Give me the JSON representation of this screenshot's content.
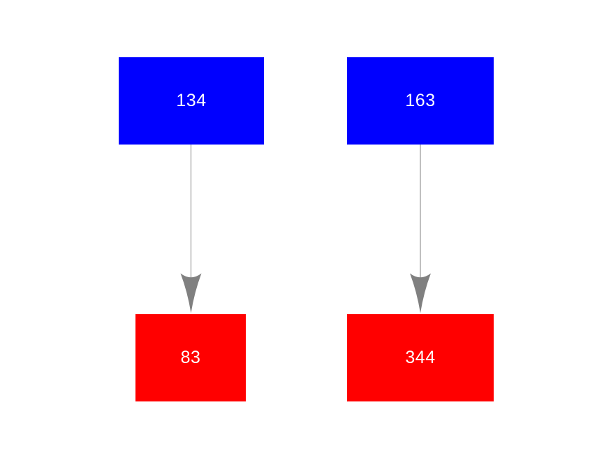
{
  "diagram": {
    "background_color": "#ffffff",
    "node_text_color": "#ffffff",
    "source_node_color": "#0000ff",
    "target_node_color": "#ff0000",
    "arrow_color": "#808080",
    "nodes": [
      {
        "label": "134",
        "role": "source"
      },
      {
        "label": "163",
        "role": "source"
      },
      {
        "label": "83",
        "role": "target"
      },
      {
        "label": "344",
        "role": "target"
      }
    ],
    "edges": [
      {
        "from": "134",
        "to": "83"
      },
      {
        "from": "163",
        "to": "344"
      }
    ]
  }
}
